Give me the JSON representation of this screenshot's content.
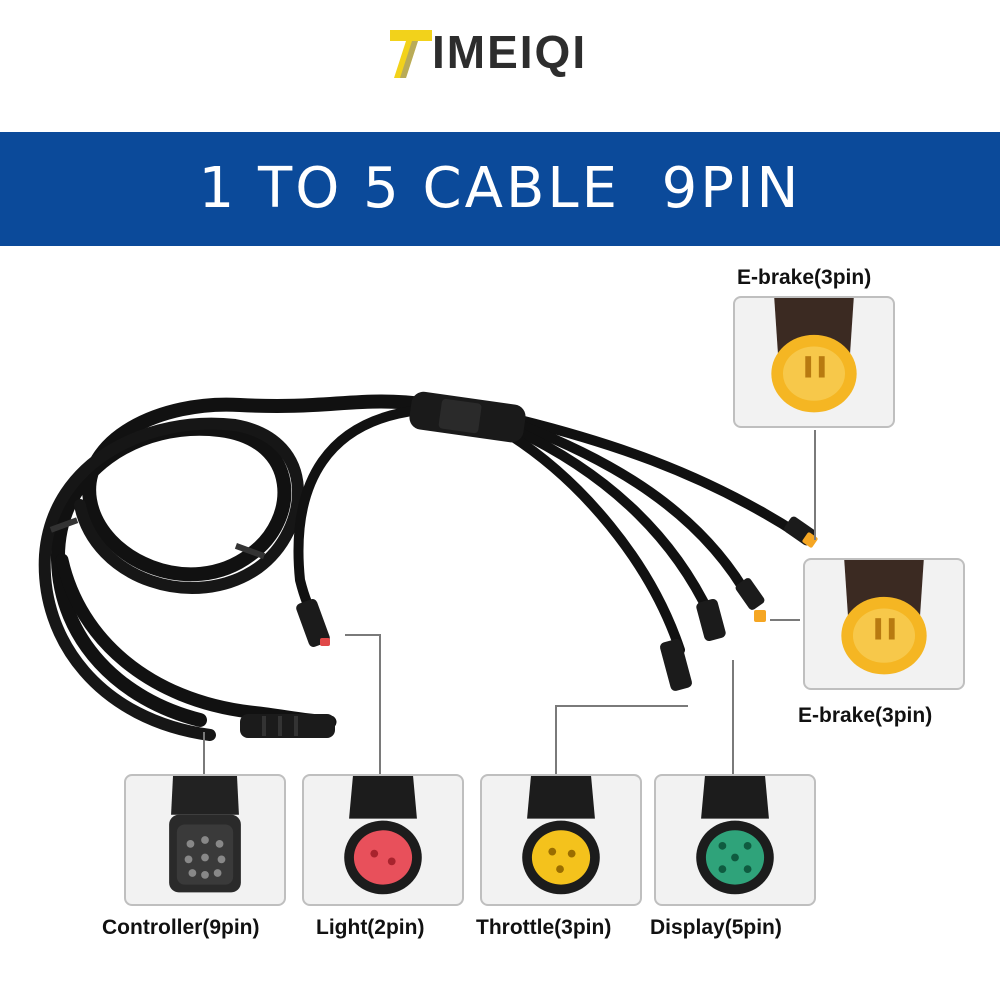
{
  "brand": {
    "name": "IMEIQI",
    "mark_color": "#f2d21b",
    "text_color": "#2d2d2d"
  },
  "banner": {
    "title": "1 TO 5 CABLE  9PIN",
    "background": "#0b4a9a"
  },
  "connectors": [
    {
      "id": "ebrake-top",
      "label": "E-brake(3pin)",
      "face_color": "#f5b623",
      "pins": 3
    },
    {
      "id": "ebrake-right",
      "label": "E-brake(3pin)",
      "face_color": "#f5b623",
      "pins": 3
    },
    {
      "id": "controller",
      "label": "Controller(9pin)",
      "face_color": "#2a2a2a",
      "pins": 9
    },
    {
      "id": "light",
      "label": "Light(2pin)",
      "face_color": "#e8505b",
      "pins": 2
    },
    {
      "id": "throttle",
      "label": "Throttle(3pin)",
      "face_color": "#f4c21c",
      "pins": 3
    },
    {
      "id": "display",
      "label": "Display(5pin)",
      "face_color": "#2fa37a",
      "pins": 5
    }
  ]
}
